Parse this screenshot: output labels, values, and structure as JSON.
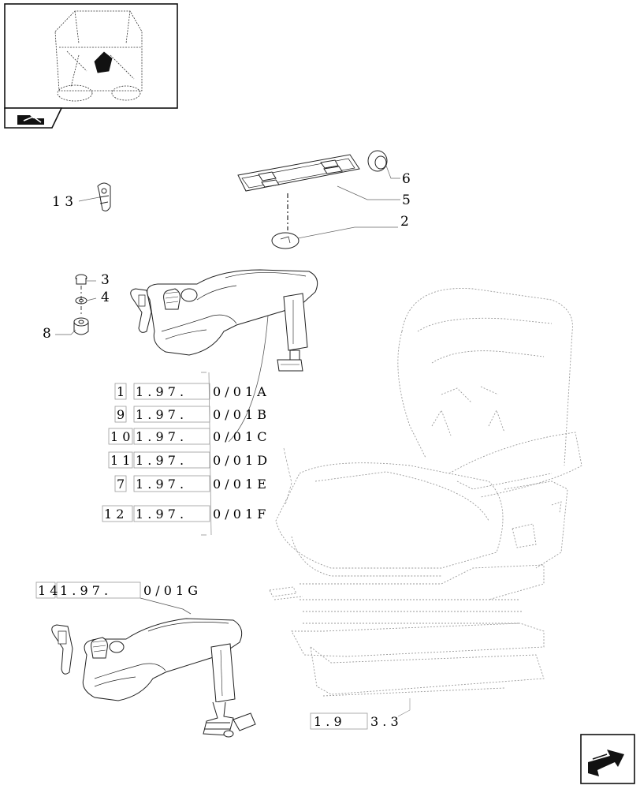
{
  "callouts": {
    "c13": "1 3",
    "c6": "6",
    "c5": "5",
    "c2": "2",
    "c3": "3",
    "c4": "4",
    "c8": "8"
  },
  "refs": [
    {
      "item": "1",
      "ref": "1 . 9 7 .",
      "suffix": "0 / 0 1 A"
    },
    {
      "item": "9",
      "ref": "1 . 9 7 .",
      "suffix": "0 / 0 1 B"
    },
    {
      "item": "1 0",
      "ref": "1 . 9 7 .",
      "suffix": "0 / 0 1 C"
    },
    {
      "item": "1 1",
      "ref": "1 . 9 7 .",
      "suffix": "0 / 0 1 D"
    },
    {
      "item": "7",
      "ref": "1 . 9 7 .",
      "suffix": "0 / 0 1 E"
    },
    {
      "item": "1 2",
      "ref": "1 . 9 7 .",
      "suffix": "0 / 0 1 F"
    }
  ],
  "ref_g": {
    "item": "1 4",
    "ref": "1 . 9 7 .",
    "suffix": "0 / 0 1 G"
  },
  "ref_seat": {
    "ref": "1 . 9",
    "suffix": "3 . 3"
  },
  "icons": {
    "thumbnail": "tractor-cab-thumbnail",
    "section": "section-folder-icon",
    "nav": "next-page-arrow-icon"
  }
}
